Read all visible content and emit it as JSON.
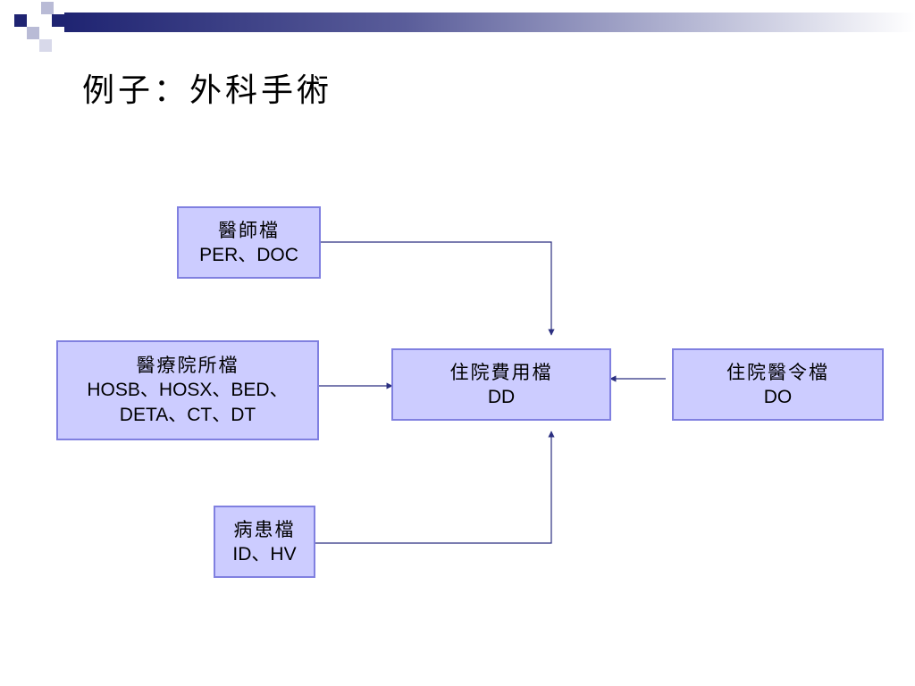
{
  "title": "例子：外科手術",
  "header": {
    "accent_color": "#1f2472",
    "square_color": "#b9bbd6"
  },
  "boxes": {
    "doctor": {
      "name": "醫師檔",
      "codes": "PER、DOC"
    },
    "hospital": {
      "name": "醫療院所檔",
      "codes_line1": "HOSB、HOSX、BED、",
      "codes_line2": "DETA、CT、DT"
    },
    "inpatient_fee": {
      "name": "住院費用檔",
      "codes": "DD"
    },
    "inpatient_order": {
      "name": "住院醫令檔",
      "codes": "DO"
    },
    "patient": {
      "name": "病患檔",
      "codes": "ID、HV"
    }
  },
  "style": {
    "box_fill": "#ccccff",
    "box_border": "#8080e0",
    "arrow_color": "#2b2f80"
  },
  "connections": [
    {
      "from": "醫師檔",
      "to": "住院費用檔"
    },
    {
      "from": "醫療院所檔",
      "to": "住院費用檔"
    },
    {
      "from": "住院醫令檔",
      "to": "住院費用檔"
    },
    {
      "from": "病患檔",
      "to": "住院費用檔"
    }
  ]
}
